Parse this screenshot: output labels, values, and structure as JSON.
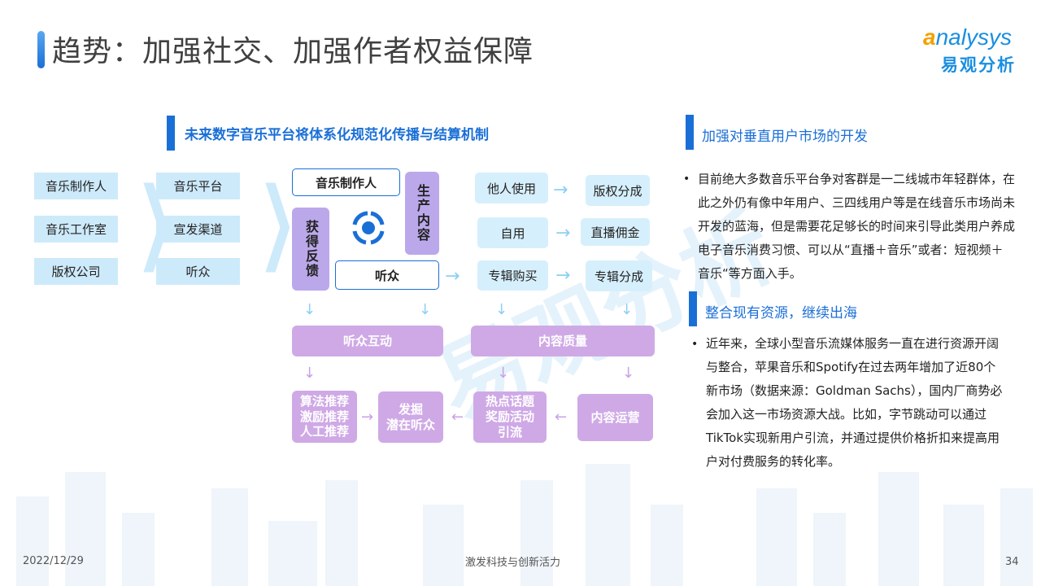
{
  "header": {
    "title": "趋势：加强社交、加强作者权益保障",
    "logo_en": "nalysys",
    "logo_en_first": "a",
    "logo_cn": "易观分析"
  },
  "diagram": {
    "heading": "未来数字音乐平台将体系化规范化传播与结算机制",
    "col1": [
      "音乐制作人",
      "音乐工作室",
      "版权公司"
    ],
    "col2": [
      "音乐平台",
      "宣发渠道",
      "听众"
    ],
    "producer": "音乐制作人",
    "produce_content": "生产内容",
    "feedback": "获得反馈",
    "listener": "听众",
    "audience_interaction": "听众互动",
    "content_quality": "内容质量",
    "uses": [
      "他人使用",
      "自用",
      "专辑购买"
    ],
    "revenues": [
      "版权分成",
      "直播佣金",
      "专辑分成"
    ],
    "recommend": "算法推荐\n激励推荐\n人工推荐",
    "discover": "发掘\n潜在听众",
    "hot_topics": "热点话题\n奖励活动\n引流",
    "content_ops": "内容运营"
  },
  "right": {
    "section1": "加强对垂直用户市场的开发",
    "para1": "目前绝大多数音乐平台争对客群是一二线城市年轻群体，在此之外仍有像中年用户、三四线用户等是在线音乐市场尚未开发的蓝海，但是需要花足够长的时间来引导此类用户养成电子音乐消费习惯、可以从“直播＋音乐”或者：短视频＋音乐“等方面入手。",
    "section2": "整合现有资源，继续出海",
    "para2": "近年来，全球小型音乐流媒体服务一直在进行资源开阔与整合，苹果音乐和Spotify在过去两年增加了近80个新市场（数据来源：Goldman Sachs），国内厂商势必会加入这一市场资源大战。比如，字节跳动可以通过TikTok实现新用户引流，并通过提供价格折扣来提高用户对付费服务的转化率。"
  },
  "footer": {
    "date": "2022/12/29",
    "slogan": "激发科技与创新活力",
    "page": "34"
  },
  "colors": {
    "accent": "#1a6fd6",
    "purple": "#cfa9e6",
    "light_blue": "#d6effc"
  }
}
